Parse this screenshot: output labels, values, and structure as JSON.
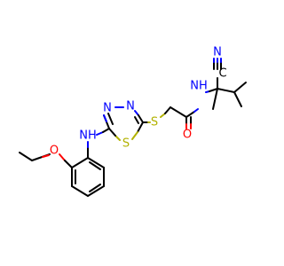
{
  "structure": {
    "atoms": {
      "cyano_carbon": {
        "symbol": "C",
        "color": "#000000"
      },
      "cyano_nitrogen": {
        "symbol": "N",
        "color": "#0000ff"
      },
      "amide_nh": {
        "symbol": "NH",
        "color": "#0000ff"
      },
      "carbonyl_oxygen": {
        "symbol": "O",
        "color": "#ff0000"
      },
      "thioether_sulfur": {
        "symbol": "S",
        "color": "#b2b200"
      },
      "ring_nitrogen_1": {
        "symbol": "N",
        "color": "#0000ff"
      },
      "ring_nitrogen_2": {
        "symbol": "N",
        "color": "#0000ff"
      },
      "ring_sulfur": {
        "symbol": "S",
        "color": "#b2b200"
      },
      "amine_nh": {
        "symbol": "NH",
        "color": "#0000ff"
      },
      "ether_oxygen": {
        "symbol": "O",
        "color": "#ff0000"
      }
    },
    "colors": {
      "carbon": "#000000",
      "nitrogen": "#0000ff",
      "oxygen": "#ff0000",
      "sulfur": "#b2b200",
      "background": "#ffffff"
    }
  }
}
